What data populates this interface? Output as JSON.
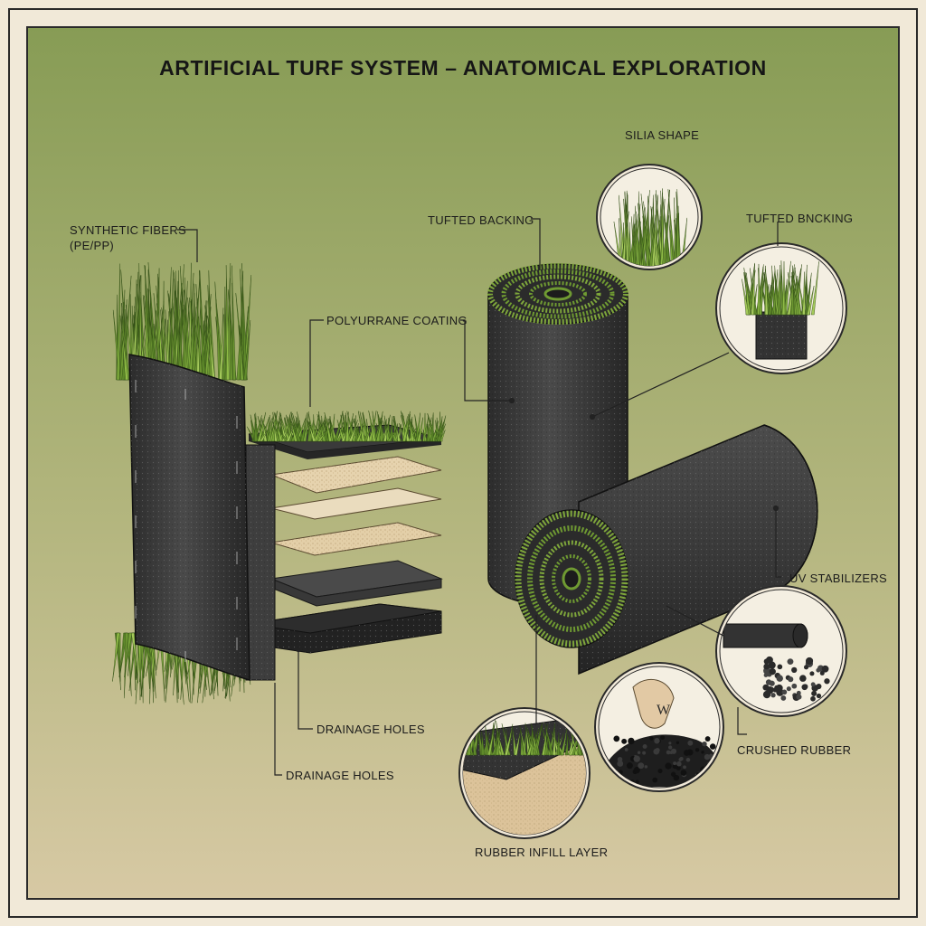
{
  "title": "ARTIFICIAL TURF SYSTEM – ANATOMICAL EXPLORATION",
  "labels": {
    "synthetic_fibers": "SYNTHETIC FIBERS\n(PE/PP)",
    "polyurethane_coating": "POLYURRANE COATING",
    "drainage_holes_upper": "DRAINAGE HOLES",
    "drainage_holes_lower": "DRAINAGE HOLES",
    "tufted_backing": "TUFTED BACKING",
    "silia_shape": "SILIA SHAPE",
    "tufted_backing_inset": "TUFTED BNCKING",
    "uv_stabilizers": "UV STABILIZERS",
    "crushed_rubber": "CRUSHED RUBBER",
    "rubber_infill_layer": "RUBBER INFILL LAYER"
  },
  "colors": {
    "background_top": "#879c55",
    "background_bottom": "#d7c9a4",
    "frame": "#2a2a2a",
    "turf_green": "#6f9a32",
    "turf_light": "#9cc04c",
    "backing_dark": "#3a3a3a",
    "sand": "#dcc39a",
    "paper": "#f1e9d8"
  }
}
